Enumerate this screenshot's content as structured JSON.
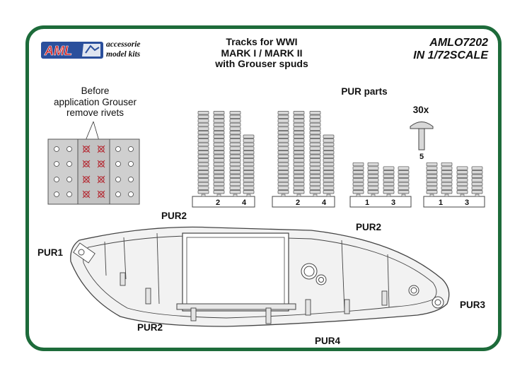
{
  "brand": {
    "logo": "AML",
    "tagline_line1": "accessorie",
    "tagline_line2": "model kits"
  },
  "title": {
    "line1": "Tracks for WWI",
    "line2": "MARK I / MARK II",
    "line3": "with Grouser spuds"
  },
  "product": {
    "code": "AMLO7202",
    "scale": "IN 1/72SCALE"
  },
  "instruction": {
    "line1": "Before",
    "line2": "application Grouser",
    "line3": "remove rivets"
  },
  "parts": {
    "heading": "PUR parts",
    "spud_count": "30x",
    "spud_number": "5",
    "sprues": [
      {
        "num_a": "2",
        "num_b": "4"
      },
      {
        "num_a": "2",
        "num_b": "4"
      },
      {
        "num_a": "1",
        "num_b": "3"
      },
      {
        "num_a": "1",
        "num_b": "3"
      }
    ]
  },
  "callouts": {
    "pur1": "PUR1",
    "pur2_top_left": "PUR2",
    "pur2_top_right": "PUR2",
    "pur2_bottom": "PUR2",
    "pur3": "PUR3",
    "pur4": "PUR4"
  },
  "colors": {
    "frame": "#1d6b3a",
    "logo_blue": "#2a4f9c",
    "logo_red": "#d21e1e",
    "rivet_mark": "#b3202a",
    "plate_grey": "#c8c8c8"
  }
}
